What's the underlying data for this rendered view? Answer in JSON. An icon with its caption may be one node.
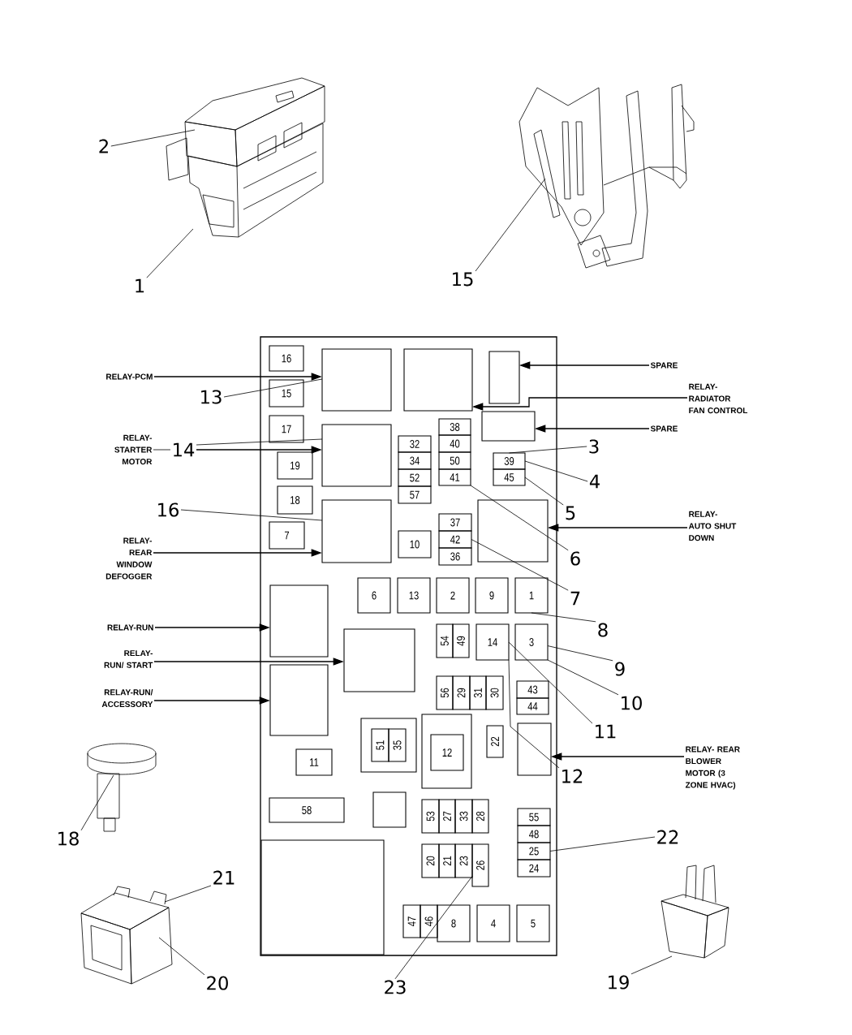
{
  "diagram": {
    "nodes": [
      {
        "text": [
          "2"
        ]
      },
      {
        "text": [],
        "shape": "picture"
      },
      {
        "text": [
          "1"
        ]
      },
      {
        "text": [
          "15"
        ]
      },
      {
        "text": [],
        "shape": "picture"
      },
      {
        "text": [],
        "shape": "box"
      },
      {
        "text": [
          "16"
        ],
        "in": 5
      },
      {
        "text": [],
        "shape": "box",
        "in": 5
      },
      {
        "text": [],
        "shape": "box",
        "in": 5
      },
      {
        "text": [],
        "shape": "box",
        "in": 5
      },
      {
        "text": [
          "15"
        ],
        "in": 5
      },
      {
        "text": [
          "17"
        ],
        "in": 5
      },
      {
        "text": [],
        "shape": "box",
        "in": 5
      },
      {
        "text": [
          "38"
        ],
        "in": 5
      },
      {
        "text": [],
        "shape": "box",
        "in": 5
      },
      {
        "text": [
          "32"
        ],
        "in": 5
      },
      {
        "text": [
          "40"
        ],
        "in": 5
      },
      {
        "text": [
          "34"
        ],
        "in": 5
      },
      {
        "text": [
          "19"
        ],
        "in": 5
      },
      {
        "text": [
          "50"
        ],
        "in": 5
      },
      {
        "text": [
          "39"
        ],
        "in": 5
      },
      {
        "text": [
          "52"
        ],
        "in": 5
      },
      {
        "text": [
          "41"
        ],
        "in": 5
      },
      {
        "text": [
          "45"
        ],
        "in": 5
      },
      {
        "text": [
          "18"
        ],
        "in": 5
      },
      {
        "text": [
          "57"
        ],
        "in": 5
      },
      {
        "text": [],
        "shape": "box",
        "in": 5
      },
      {
        "text": [],
        "shape": "box",
        "in": 5
      },
      {
        "text": [
          "37"
        ],
        "in": 5
      },
      {
        "text": [
          "7"
        ],
        "in": 5
      },
      {
        "text": [
          "10"
        ],
        "in": 5
      },
      {
        "text": [
          "42"
        ],
        "in": 5
      },
      {
        "text": [
          "36"
        ],
        "in": 5
      },
      {
        "text": [
          "6"
        ],
        "in": 5
      },
      {
        "text": [
          "13"
        ],
        "in": 5
      },
      {
        "text": [
          "2"
        ],
        "in": 5
      },
      {
        "text": [
          "9"
        ],
        "in": 5
      },
      {
        "text": [
          "1"
        ],
        "in": 5
      },
      {
        "text": [],
        "shape": "box",
        "in": 5
      },
      {
        "text": [
          "54"
        ],
        "in": 5
      },
      {
        "text": [
          "49"
        ],
        "in": 5
      },
      {
        "text": [
          "14"
        ],
        "in": 5
      },
      {
        "text": [
          "3"
        ],
        "in": 5
      },
      {
        "text": [],
        "shape": "box",
        "in": 5
      },
      {
        "text": [],
        "shape": "box",
        "in": 5
      },
      {
        "text": [
          "56"
        ],
        "in": 5
      },
      {
        "text": [
          "29"
        ],
        "in": 5
      },
      {
        "text": [
          "31"
        ],
        "in": 5
      },
      {
        "text": [
          "30"
        ],
        "in": 5
      },
      {
        "text": [
          "43"
        ],
        "in": 5
      },
      {
        "text": [
          "44"
        ],
        "in": 5
      },
      {
        "text": [],
        "shape": "box",
        "in": 5
      },
      {
        "text": [
          "51"
        ],
        "in": 51
      },
      {
        "text": [
          "35"
        ],
        "in": 51
      },
      {
        "text": [],
        "shape": "box",
        "in": 5
      },
      {
        "text": [
          "12"
        ],
        "in": 54
      },
      {
        "text": [
          "22"
        ],
        "in": 5
      },
      {
        "text": [],
        "shape": "box",
        "in": 5
      },
      {
        "text": [
          "11"
        ],
        "in": 5
      },
      {
        "text": [],
        "shape": "box",
        "in": 5
      },
      {
        "text": [
          "58"
        ],
        "in": 5
      },
      {
        "text": [
          "53"
        ],
        "in": 5
      },
      {
        "text": [
          "27"
        ],
        "in": 5
      },
      {
        "text": [
          "33"
        ],
        "in": 5
      },
      {
        "text": [
          "28"
        ],
        "in": 5
      },
      {
        "text": [
          "55"
        ],
        "in": 5
      },
      {
        "text": [
          "48"
        ],
        "in": 5
      },
      {
        "text": [],
        "shape": "box",
        "in": 5
      },
      {
        "text": [
          "25"
        ],
        "in": 5
      },
      {
        "text": [
          "20"
        ],
        "in": 5
      },
      {
        "text": [
          "21"
        ],
        "in": 5
      },
      {
        "text": [
          "23"
        ],
        "in": 5
      },
      {
        "text": [
          "26"
        ],
        "in": 5
      },
      {
        "text": [
          "24"
        ],
        "in": 5
      },
      {
        "text": [
          "47"
        ],
        "in": 5
      },
      {
        "text": [
          "46"
        ],
        "in": 5
      },
      {
        "text": [
          "8"
        ],
        "in": 5
      },
      {
        "text": [
          "4"
        ],
        "in": 5
      },
      {
        "text": [
          "5"
        ],
        "in": 5
      },
      {
        "text": [
          "RELAY-PCM"
        ]
      },
      {
        "text": [
          "13"
        ]
      },
      {
        "text": [
          "SPARE"
        ]
      },
      {
        "text": [
          "RELAY- RADIATOR FAN CONTROL"
        ]
      },
      {
        "text": [
          "SPARE"
        ]
      },
      {
        "text": [
          "RELAY- STARTER MOTOR"
        ]
      },
      {
        "text": [
          "14"
        ]
      },
      {
        "text": [
          "3"
        ]
      },
      {
        "text": [
          "4"
        ]
      },
      {
        "text": [
          "16"
        ]
      },
      {
        "text": [
          "5"
        ]
      },
      {
        "text": [
          "RELAY- AUTO SHUT DOWN"
        ]
      },
      {
        "text": [
          "RELAY- REAR WINDOW DEFOGGER"
        ]
      },
      {
        "text": [
          "6"
        ]
      },
      {
        "text": [
          "7"
        ]
      },
      {
        "text": [
          "RELAY-RUN"
        ]
      },
      {
        "text": [
          "8"
        ]
      },
      {
        "text": [
          "RELAY-RUN/ START"
        ]
      },
      {
        "text": [
          "9"
        ]
      },
      {
        "text": [
          "RELAY-RUN/ ACCESSORY"
        ]
      },
      {
        "text": [
          "10"
        ]
      },
      {
        "text": [
          "11"
        ]
      },
      {
        "text": [
          "RELAY- REAR BLOWER MOTOR (3 ZONE HVAC)"
        ]
      },
      {
        "text": [
          "12"
        ]
      },
      {
        "text": [],
        "shape": "picture"
      },
      {
        "text": [
          "18"
        ]
      },
      {
        "text": [
          "22"
        ]
      },
      {
        "text": [
          "21"
        ]
      },
      {
        "text": [],
        "shape": "picture"
      },
      {
        "text": [],
        "shape": "picture"
      },
      {
        "text": [
          "20"
        ]
      },
      {
        "text": [
          "19"
        ]
      },
      {
        "text": [
          "23"
        ]
      }
    ],
    "edges": [
      {
        "from": 0,
        "to": 1,
        "arrow": "none"
      },
      {
        "from": 2,
        "to": 1,
        "arrow": "none"
      },
      {
        "from": 3,
        "to": 4,
        "arrow": "none"
      },
      {
        "from": 79,
        "to": 7,
        "arrow": "to"
      },
      {
        "from": 80,
        "to": 7,
        "arrow": "none"
      },
      {
        "from": 81,
        "to": 9,
        "arrow": "to"
      },
      {
        "from": 82,
        "to": 8,
        "arrow": "to"
      },
      {
        "from": 83,
        "to": 12,
        "arrow": "to"
      },
      {
        "from": 84,
        "to": 85,
        "arrow": "none"
      },
      {
        "from": 85,
        "to": 14,
        "arrow": "to"
      },
      {
        "from": 85,
        "to": 14,
        "arrow": "none"
      },
      {
        "from": 86,
        "to": 20,
        "arrow": "none"
      },
      {
        "from": 87,
        "to": 20,
        "arrow": "none"
      },
      {
        "from": 88,
        "to": 26,
        "arrow": "none"
      },
      {
        "from": 89,
        "to": 23,
        "arrow": "none"
      },
      {
        "from": 90,
        "to": 27,
        "arrow": "to"
      },
      {
        "from": 91,
        "to": 26,
        "arrow": "to"
      },
      {
        "from": 92,
        "to": 22,
        "arrow": "none"
      },
      {
        "from": 93,
        "to": 31,
        "arrow": "none"
      },
      {
        "from": 94,
        "to": 38,
        "arrow": "to"
      },
      {
        "from": 95,
        "to": 37,
        "arrow": "none"
      },
      {
        "from": 96,
        "to": 43,
        "arrow": "to"
      },
      {
        "from": 97,
        "to": 42,
        "arrow": "none"
      },
      {
        "from": 98,
        "to": 44,
        "arrow": "to"
      },
      {
        "from": 99,
        "to": 42,
        "arrow": "none"
      },
      {
        "from": 100,
        "to": 41,
        "arrow": "none"
      },
      {
        "from": 101,
        "to": 57,
        "arrow": "to"
      },
      {
        "from": 102,
        "to": 41,
        "arrow": "none"
      },
      {
        "from": 104,
        "to": 103,
        "arrow": "none"
      },
      {
        "from": 105,
        "to": 68,
        "arrow": "none"
      },
      {
        "from": 106,
        "to": 107,
        "arrow": "none"
      },
      {
        "from": 109,
        "to": 107,
        "arrow": "none"
      },
      {
        "from": 110,
        "to": 108,
        "arrow": "none"
      },
      {
        "from": 111,
        "to": 72,
        "arrow": "none"
      }
    ]
  }
}
